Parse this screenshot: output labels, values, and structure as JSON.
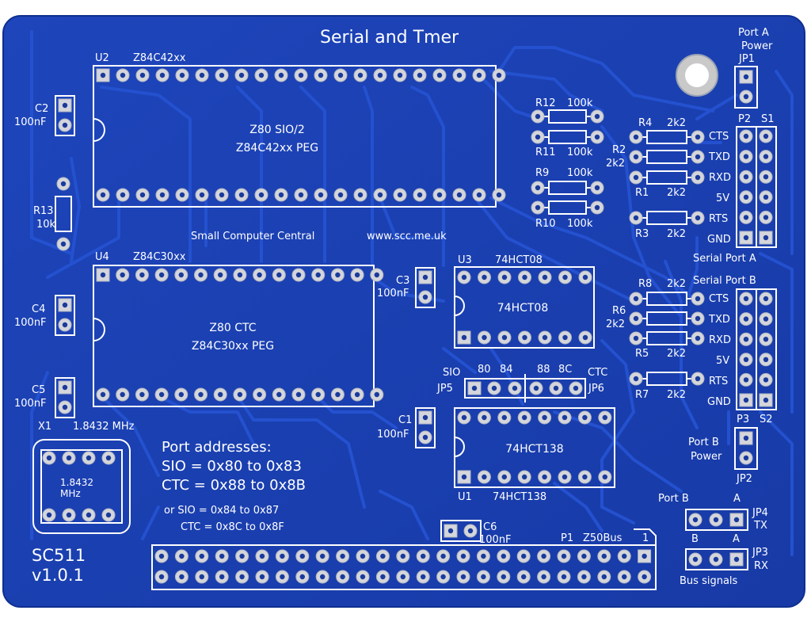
{
  "board": {
    "title": "Serial and Tmer",
    "name": "SC511",
    "version": "v1.0.1",
    "maker": "Small Computer Central",
    "website": "www.scc.me.uk",
    "colors": {
      "board": "#1a3fb0",
      "silk": "#ffffff",
      "pad": "#d9d9d9",
      "trace": "#1f4bc4"
    }
  },
  "chips": {
    "u2": {
      "ref": "U2",
      "part": "Z84C42xx",
      "line1": "Z80 SIO/2",
      "line2": "Z84C42xx PEG"
    },
    "u4": {
      "ref": "U4",
      "part": "Z84C30xx",
      "line1": "Z80 CTC",
      "line2": "Z84C30xx PEG"
    },
    "u3": {
      "ref": "U3",
      "part": "74HCT08",
      "body": "74HCT08"
    },
    "u1": {
      "ref": "U1",
      "part": "74HCT138",
      "body": "74HCT138"
    },
    "x1": {
      "ref": "X1",
      "freq": "1.8432 MHz",
      "body1": "1.8432",
      "body2": "MHz"
    }
  },
  "caps": {
    "c1": {
      "ref": "C1",
      "value": "100nF"
    },
    "c2": {
      "ref": "C2",
      "value": "100nF"
    },
    "c3": {
      "ref": "C3",
      "value": "100nF"
    },
    "c4": {
      "ref": "C4",
      "value": "100nF"
    },
    "c5": {
      "ref": "C5",
      "value": "100nF"
    },
    "c6": {
      "ref": "C6",
      "value": "100nF"
    }
  },
  "resistors": {
    "r13": {
      "ref": "R13",
      "value": "10k"
    },
    "r12": {
      "ref": "R12",
      "value": "100k"
    },
    "r11": {
      "ref": "R11",
      "value": "100k"
    },
    "r9": {
      "ref": "R9",
      "value": "100k"
    },
    "r10": {
      "ref": "R10",
      "value": "100k"
    },
    "r4": {
      "ref": "R4",
      "value": "2k2"
    },
    "r2": {
      "ref": "R2",
      "value": "2k2"
    },
    "r1": {
      "ref": "R1",
      "value": "2k2"
    },
    "r3": {
      "ref": "R3",
      "value": "2k2"
    },
    "r8": {
      "ref": "R8",
      "value": "2k2"
    },
    "r6": {
      "ref": "R6",
      "value": "2k2"
    },
    "r5": {
      "ref": "R5",
      "value": "2k2"
    },
    "r7": {
      "ref": "R7",
      "value": "2k2"
    }
  },
  "jumpers": {
    "jp1": {
      "ref": "JP1",
      "label1": "Port A",
      "label2": "Power"
    },
    "jp2": {
      "ref": "JP2",
      "label1": "Port B",
      "label2": "Power"
    },
    "jp3": {
      "ref": "JP3",
      "sub": "RX",
      "left": "B",
      "right": "A"
    },
    "jp4": {
      "ref": "JP4",
      "sub": "TX",
      "left": "Port B",
      "right": "A"
    },
    "jp5": {
      "ref": "JP5",
      "label": "SIO"
    },
    "jp6": {
      "ref": "JP6",
      "label": "CTC"
    },
    "jp5_addr1": "80",
    "jp5_addr2": "84",
    "jp6_addr1": "88",
    "jp6_addr2": "8C",
    "bus_signals": "Bus signals"
  },
  "serial_a": {
    "header": "P2",
    "switch": "S1",
    "title": "Serial Port A",
    "pins": [
      "CTS",
      "TXD",
      "RXD",
      "5V",
      "RTS",
      "GND"
    ]
  },
  "serial_b": {
    "header": "P3",
    "switch": "S2",
    "title": "Serial Port B",
    "pins": [
      "CTS",
      "TXD",
      "RXD",
      "5V",
      "RTS",
      "GND"
    ]
  },
  "bus": {
    "ref": "P1",
    "name": "Z50Bus",
    "pin1": "1"
  },
  "notes": {
    "heading": "Port addresses:",
    "line1": "SIO = 0x80 to 0x83",
    "line2": "CTC = 0x88 to 0x8B",
    "alt1": "or SIO = 0x84 to 0x87",
    "alt2": "CTC = 0x8C to 0x8F"
  }
}
